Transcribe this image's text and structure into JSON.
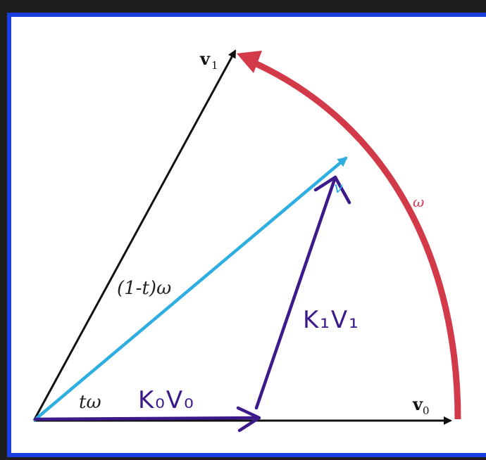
{
  "diagram": {
    "colors": {
      "frame_border": "#1a3fe0",
      "axis_black": "#111111",
      "arc_red": "#d23a4a",
      "interp_blue": "#2eaee0",
      "handwriting_purple": "#3d1a8c",
      "background": "#ffffff"
    },
    "labels": {
      "v1_main": "v",
      "v1_sub": "1",
      "v0_main": "v",
      "v0_sub": "0",
      "omega": "ω",
      "one_minus_t_omega": "(1-t)ω",
      "t_omega": "tω",
      "v_blue": "v",
      "k0v0": "K₀V₀",
      "k1v1": "K₁V₁"
    }
  }
}
